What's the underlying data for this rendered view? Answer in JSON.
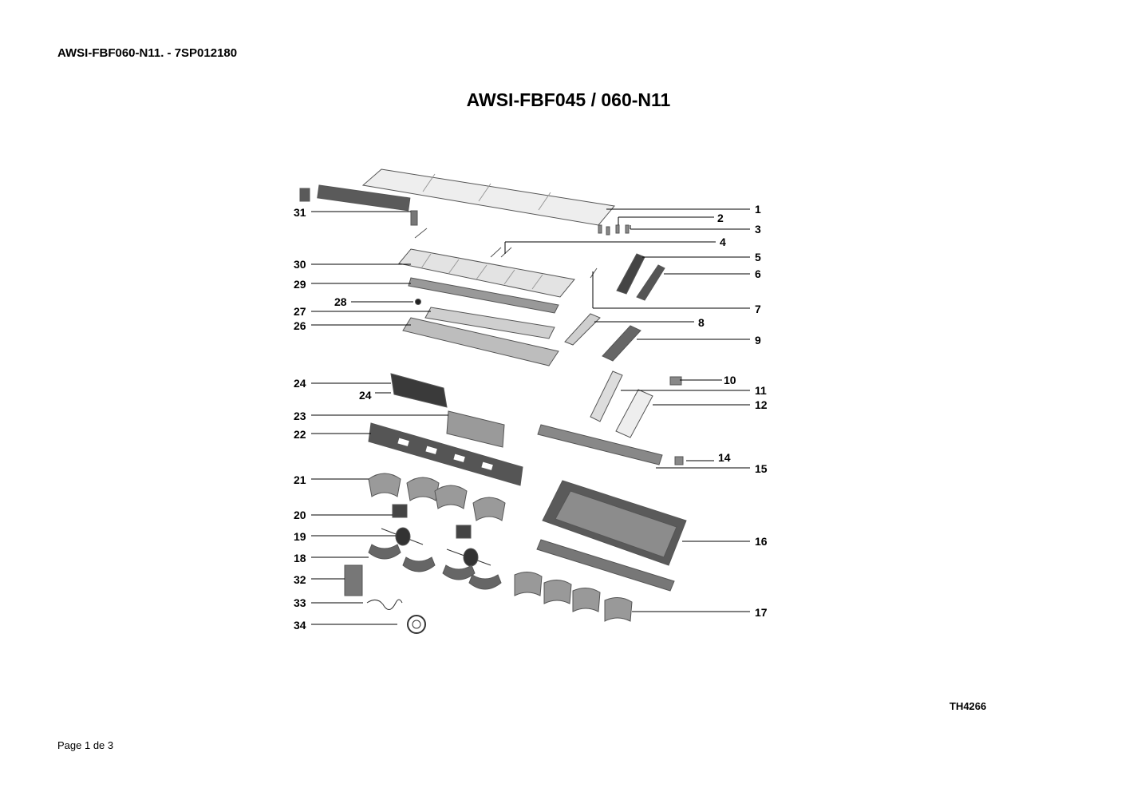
{
  "header": {
    "doc_code": "AWSI-FBF060-N11. - 7SP012180"
  },
  "diagram": {
    "title": "AWSI-FBF045 / 060-N11"
  },
  "callouts_right": [
    "1",
    "2",
    "3",
    "4",
    "5",
    "6",
    "7",
    "8",
    "9",
    "10",
    "11",
    "12",
    "14",
    "15",
    "16",
    "17"
  ],
  "callouts_left": [
    "31",
    "30",
    "29",
    "28",
    "27",
    "26",
    "24",
    "24",
    "23",
    "22",
    "21",
    "20",
    "19",
    "18",
    "32",
    "33",
    "34"
  ],
  "footer": {
    "drawing_ref": "TH4266",
    "page": "Page 1 de 3"
  },
  "colors": {
    "ink": "#000000",
    "part_fill": "#d9d9d9",
    "part_dark": "#5a5a5a",
    "part_light": "#eeeeee"
  }
}
